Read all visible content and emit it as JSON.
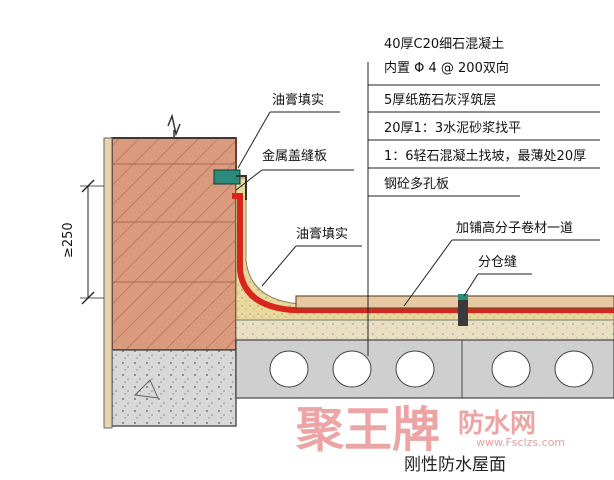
{
  "labels": {
    "layer1_line1": "40厚C20细石混凝土",
    "layer1_line2": "内置 Φ 4 @ 200双向",
    "layer2": "5厚纸筋石灰浮筑层",
    "layer3": "20厚1：3水泥砂浆找平",
    "layer4": "1：6轻石混凝土找坡，最薄处20厚",
    "layer5": "钢砼多孔板",
    "oil_top": "油膏填实",
    "metal_cap": "金属盖缝板",
    "oil_mid": "油膏填实",
    "membrane": "加铺高分子卷材一道",
    "joint": "分仓缝",
    "height": "≥250",
    "title": "刚性防水屋面"
  },
  "watermark": {
    "main": "聚王牌",
    "sub": "防水网",
    "url": "www.Fsclzs.com"
  },
  "colors": {
    "brick": "#d99a7e",
    "mortar": "#e9d9a0",
    "membrane_red": "#d8261c",
    "concrete_top": "#e6c9a0",
    "slab": "#cfcfcf",
    "metal_cap": "#2c8a7a"
  }
}
